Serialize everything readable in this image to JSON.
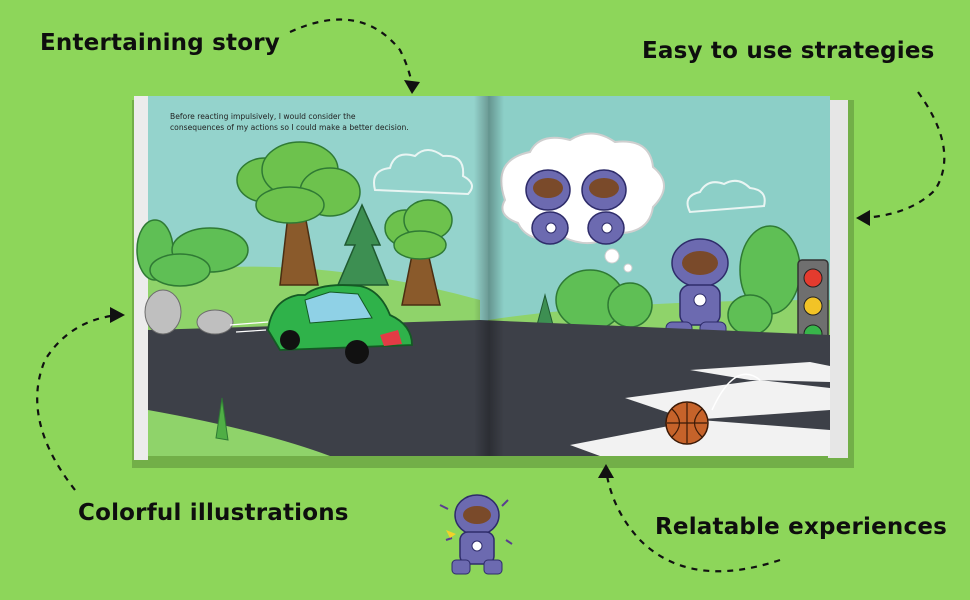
{
  "callouts": {
    "entertaining": "Entertaining story",
    "strategies": "Easy to use strategies",
    "illustrations": "Colorful illustrations",
    "experiences": "Relatable experiences"
  },
  "book": {
    "page_text": "Before reacting impulsively, I would consider the consequences of my actions so I could make a better decision."
  },
  "colors": {
    "background": "#8dd65a",
    "sky": "#8ccfc7",
    "road": "#3d4048",
    "car": "#2fb24a",
    "ninja": "#6c6ab0"
  },
  "icons": [
    "dashed-arrow",
    "traffic-light-icon",
    "basketball-icon",
    "ninja-character"
  ]
}
